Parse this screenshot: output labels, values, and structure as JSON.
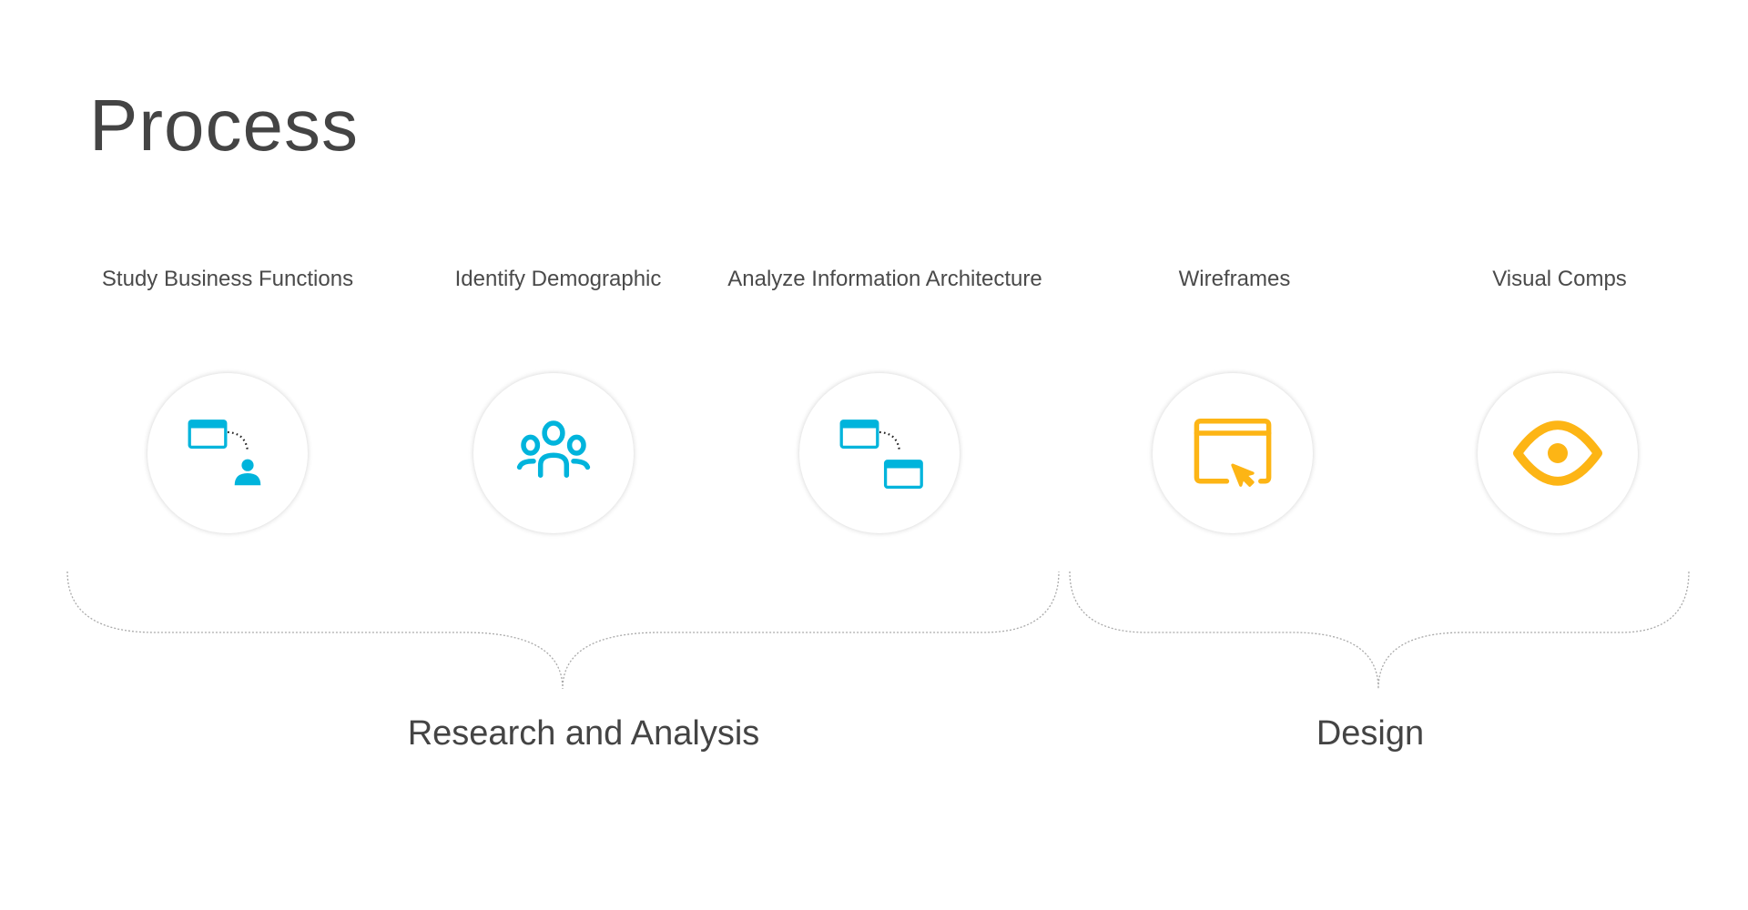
{
  "title": "Process",
  "steps": [
    {
      "label": "Study Business Functions",
      "icon": "window-to-user-icon",
      "color": "#00b4dc"
    },
    {
      "label": "Identify Demographic",
      "icon": "user-group-icon",
      "color": "#00b4dc"
    },
    {
      "label": "Analyze Information Architecture",
      "icon": "window-to-window-icon",
      "color": "#00b4dc"
    },
    {
      "label": "Wireframes",
      "icon": "browser-cursor-icon",
      "color": "#fdb515"
    },
    {
      "label": "Visual Comps",
      "icon": "eye-icon",
      "color": "#fdb515"
    }
  ],
  "groups": [
    {
      "label": "Research and Analysis"
    },
    {
      "label": "Design"
    }
  ]
}
